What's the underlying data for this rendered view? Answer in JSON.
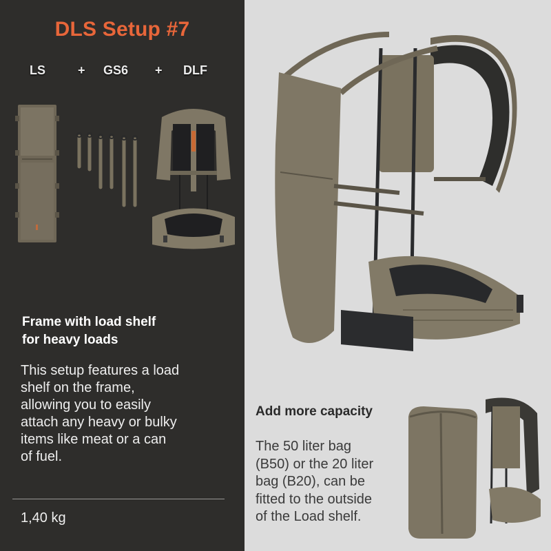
{
  "title": "DLS Setup #7",
  "components": {
    "items": [
      "LS",
      "GS6",
      "DLF"
    ],
    "separator": "+"
  },
  "illustrations": {
    "ls": "load-shelf-panel-image",
    "gs6": "gear-straps-set-image",
    "dlf": "frame-harness-belt-image",
    "main": "full-frame-with-load-shelf-image",
    "capacity": "frame-with-bag-image"
  },
  "left": {
    "heading_line1": "Frame with load shelf",
    "heading_line2": "for heavy loads",
    "body": [
      "This setup features a load",
      "shelf on the frame,",
      "allowing you to easily",
      "attach any heavy or bulky",
      "items like meat or a can",
      "of fuel."
    ],
    "weight": "1,40 kg"
  },
  "right": {
    "heading": "Add more capacity",
    "body": [
      "The 50 liter bag",
      "(B50) or the 20 liter",
      "bag (B20), can be",
      "fitted to the outside",
      "of the Load shelf."
    ]
  },
  "colors": {
    "accent": "#e8663a",
    "dark_panel": "#2e2d2b",
    "light_panel": "#dcdcdc",
    "fabric": "#7a705f"
  }
}
